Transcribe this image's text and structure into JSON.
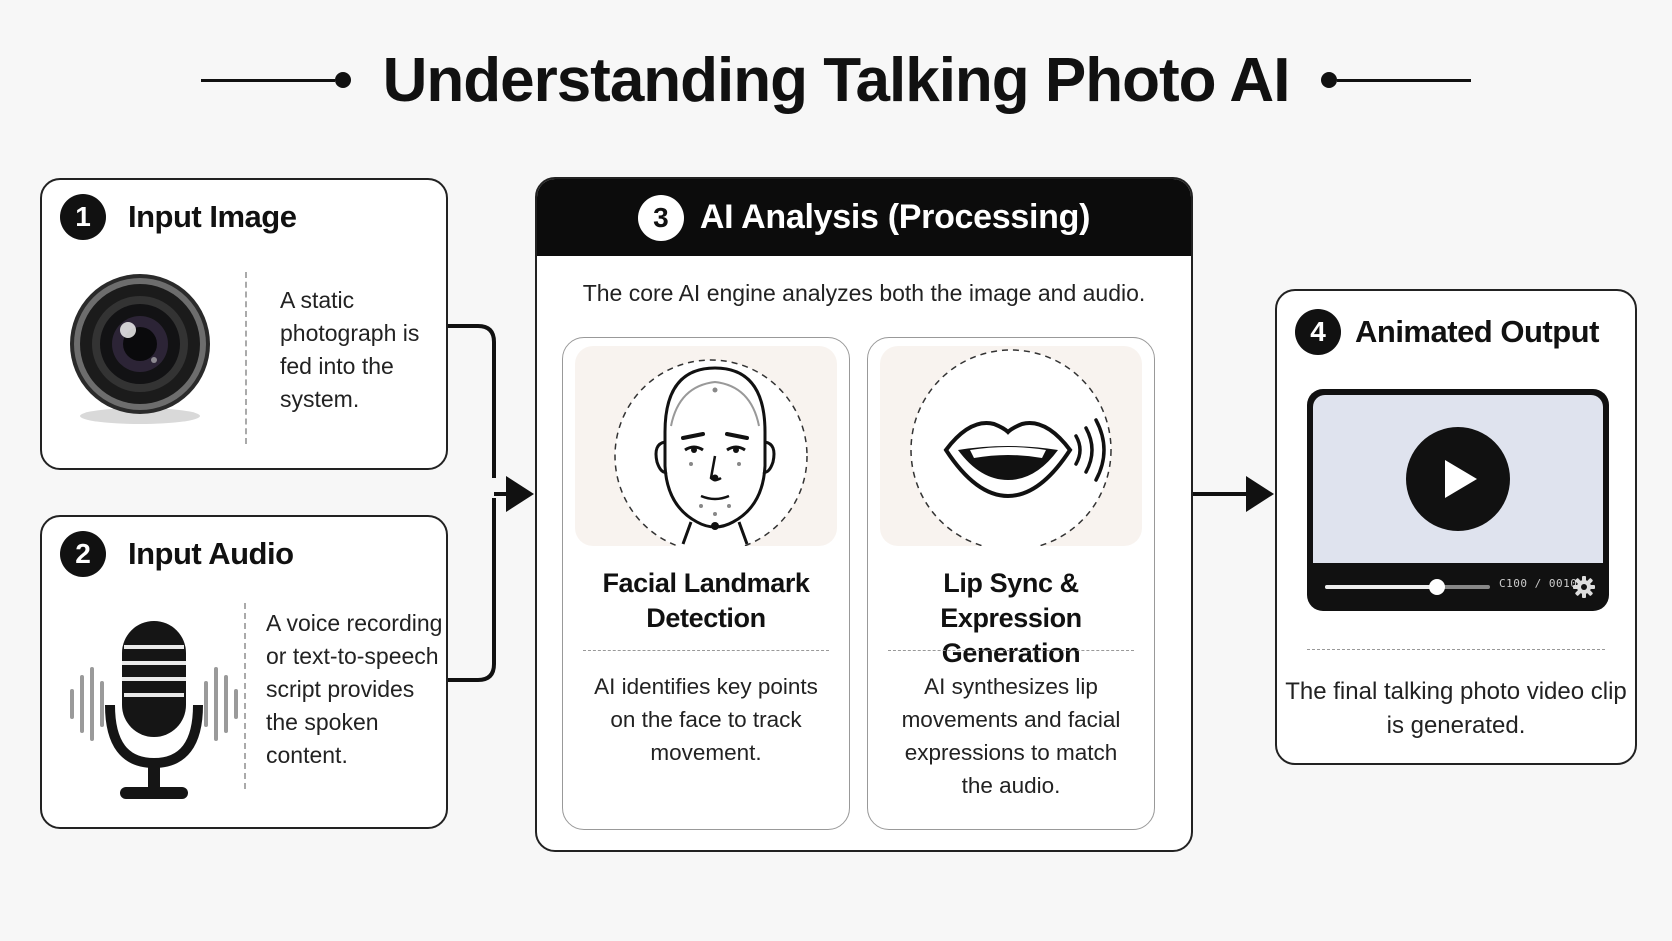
{
  "title": "Understanding Talking Photo AI",
  "steps": {
    "input_image": {
      "number": "1",
      "title": "Input Image",
      "description": "A static photograph is fed into the system.",
      "icon": "camera-lens-icon"
    },
    "input_audio": {
      "number": "2",
      "title": "Input Audio",
      "description": "A voice recording or text-to-speech script provides the spoken content.",
      "icon": "microphone-icon"
    },
    "ai_analysis": {
      "number": "3",
      "title": "AI Analysis (Processing)",
      "subtitle": "The core AI engine analyzes both the image and audio.",
      "modules": [
        {
          "title": "Facial Landmark Detection",
          "description": "AI identifies key points on the face to track movement.",
          "icon": "face-landmark-icon"
        },
        {
          "title": "Lip Sync & Expression Generation",
          "description": "AI synthesizes lip movements and facial expressions to match the audio.",
          "icon": "lips-sound-icon"
        }
      ]
    },
    "animated_output": {
      "number": "4",
      "title": "Animated Output",
      "description": "The final talking photo video clip is generated.",
      "player": {
        "time": "С100 / 0010",
        "progress": 0.68,
        "icon": "play-icon"
      }
    }
  },
  "colors": {
    "ink": "#111111",
    "background": "#f7f7f7",
    "module_art_bg": "#f8f3ef",
    "screen": "#dfe3ee"
  }
}
